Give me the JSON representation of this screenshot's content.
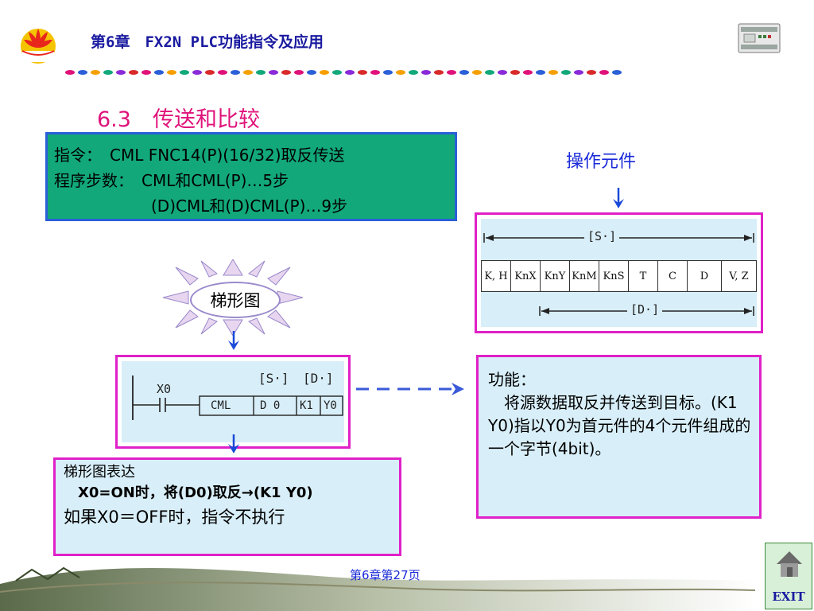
{
  "header": {
    "chapter_title": "第6章　FX2N PLC功能指令及应用"
  },
  "section": {
    "title": "6.3　传送和比较"
  },
  "instruction": {
    "line1": "指令：　CML FNC14(P)(16/32)取反传送",
    "line2": "程序步数：　CML和CML(P)…5步",
    "line3": "(D)CML和(D)CML(P)…9步"
  },
  "operands": {
    "label": "操作元件",
    "source_label": "[S·]",
    "dest_label": "[D·]",
    "cells": [
      "K, H",
      "KnX",
      "KnY",
      "KnM",
      "KnS",
      "T",
      "C",
      "D",
      "V, Z"
    ]
  },
  "ladder": {
    "label": "梯形图",
    "contact": "X0",
    "source_label": "[S·]",
    "dest_label": "[D·]",
    "cells": [
      "CML",
      "D 0",
      "K1",
      "Y0"
    ]
  },
  "function": {
    "title": "功能：",
    "body": "　将源数据取反并传送到目标。(K1 Y0)指以Y0为首元件的4个元件组成的一个字节(4bit)。"
  },
  "expression": {
    "line1": "梯形图表达",
    "line2": "　X0=ON时，将(D0)取反→(K1 Y0)",
    "line3": "如果X0＝OFF时，指令不执行"
  },
  "footer": {
    "page": "第6章第27页",
    "exit": "EXIT"
  },
  "colors": {
    "accent": "#e0127a",
    "instruction_bg": "#12a87a",
    "box_border": "#e020c8",
    "panel_bg": "#d8eef8",
    "arrow": "#1a4ad8"
  }
}
